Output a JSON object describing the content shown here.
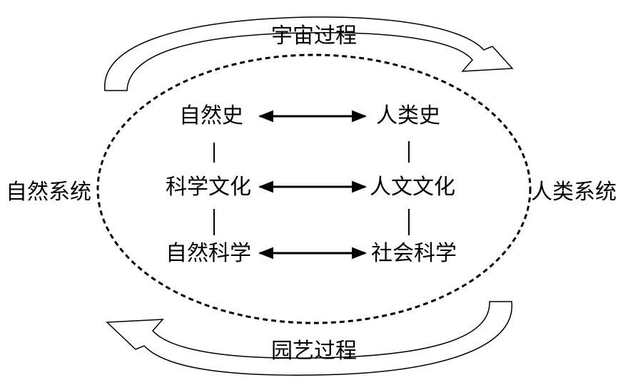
{
  "processes": {
    "top": "宇宙过程",
    "bottom": "园艺过程"
  },
  "systems": {
    "left": "自然系统",
    "right": "人类系统"
  },
  "grid": {
    "left_column": [
      "自然史",
      "科学文化",
      "自然科学"
    ],
    "right_column": [
      "人类史",
      "人文文化",
      "社会科学"
    ]
  },
  "colors": {
    "line": "#000000",
    "background": "#ffffff"
  }
}
